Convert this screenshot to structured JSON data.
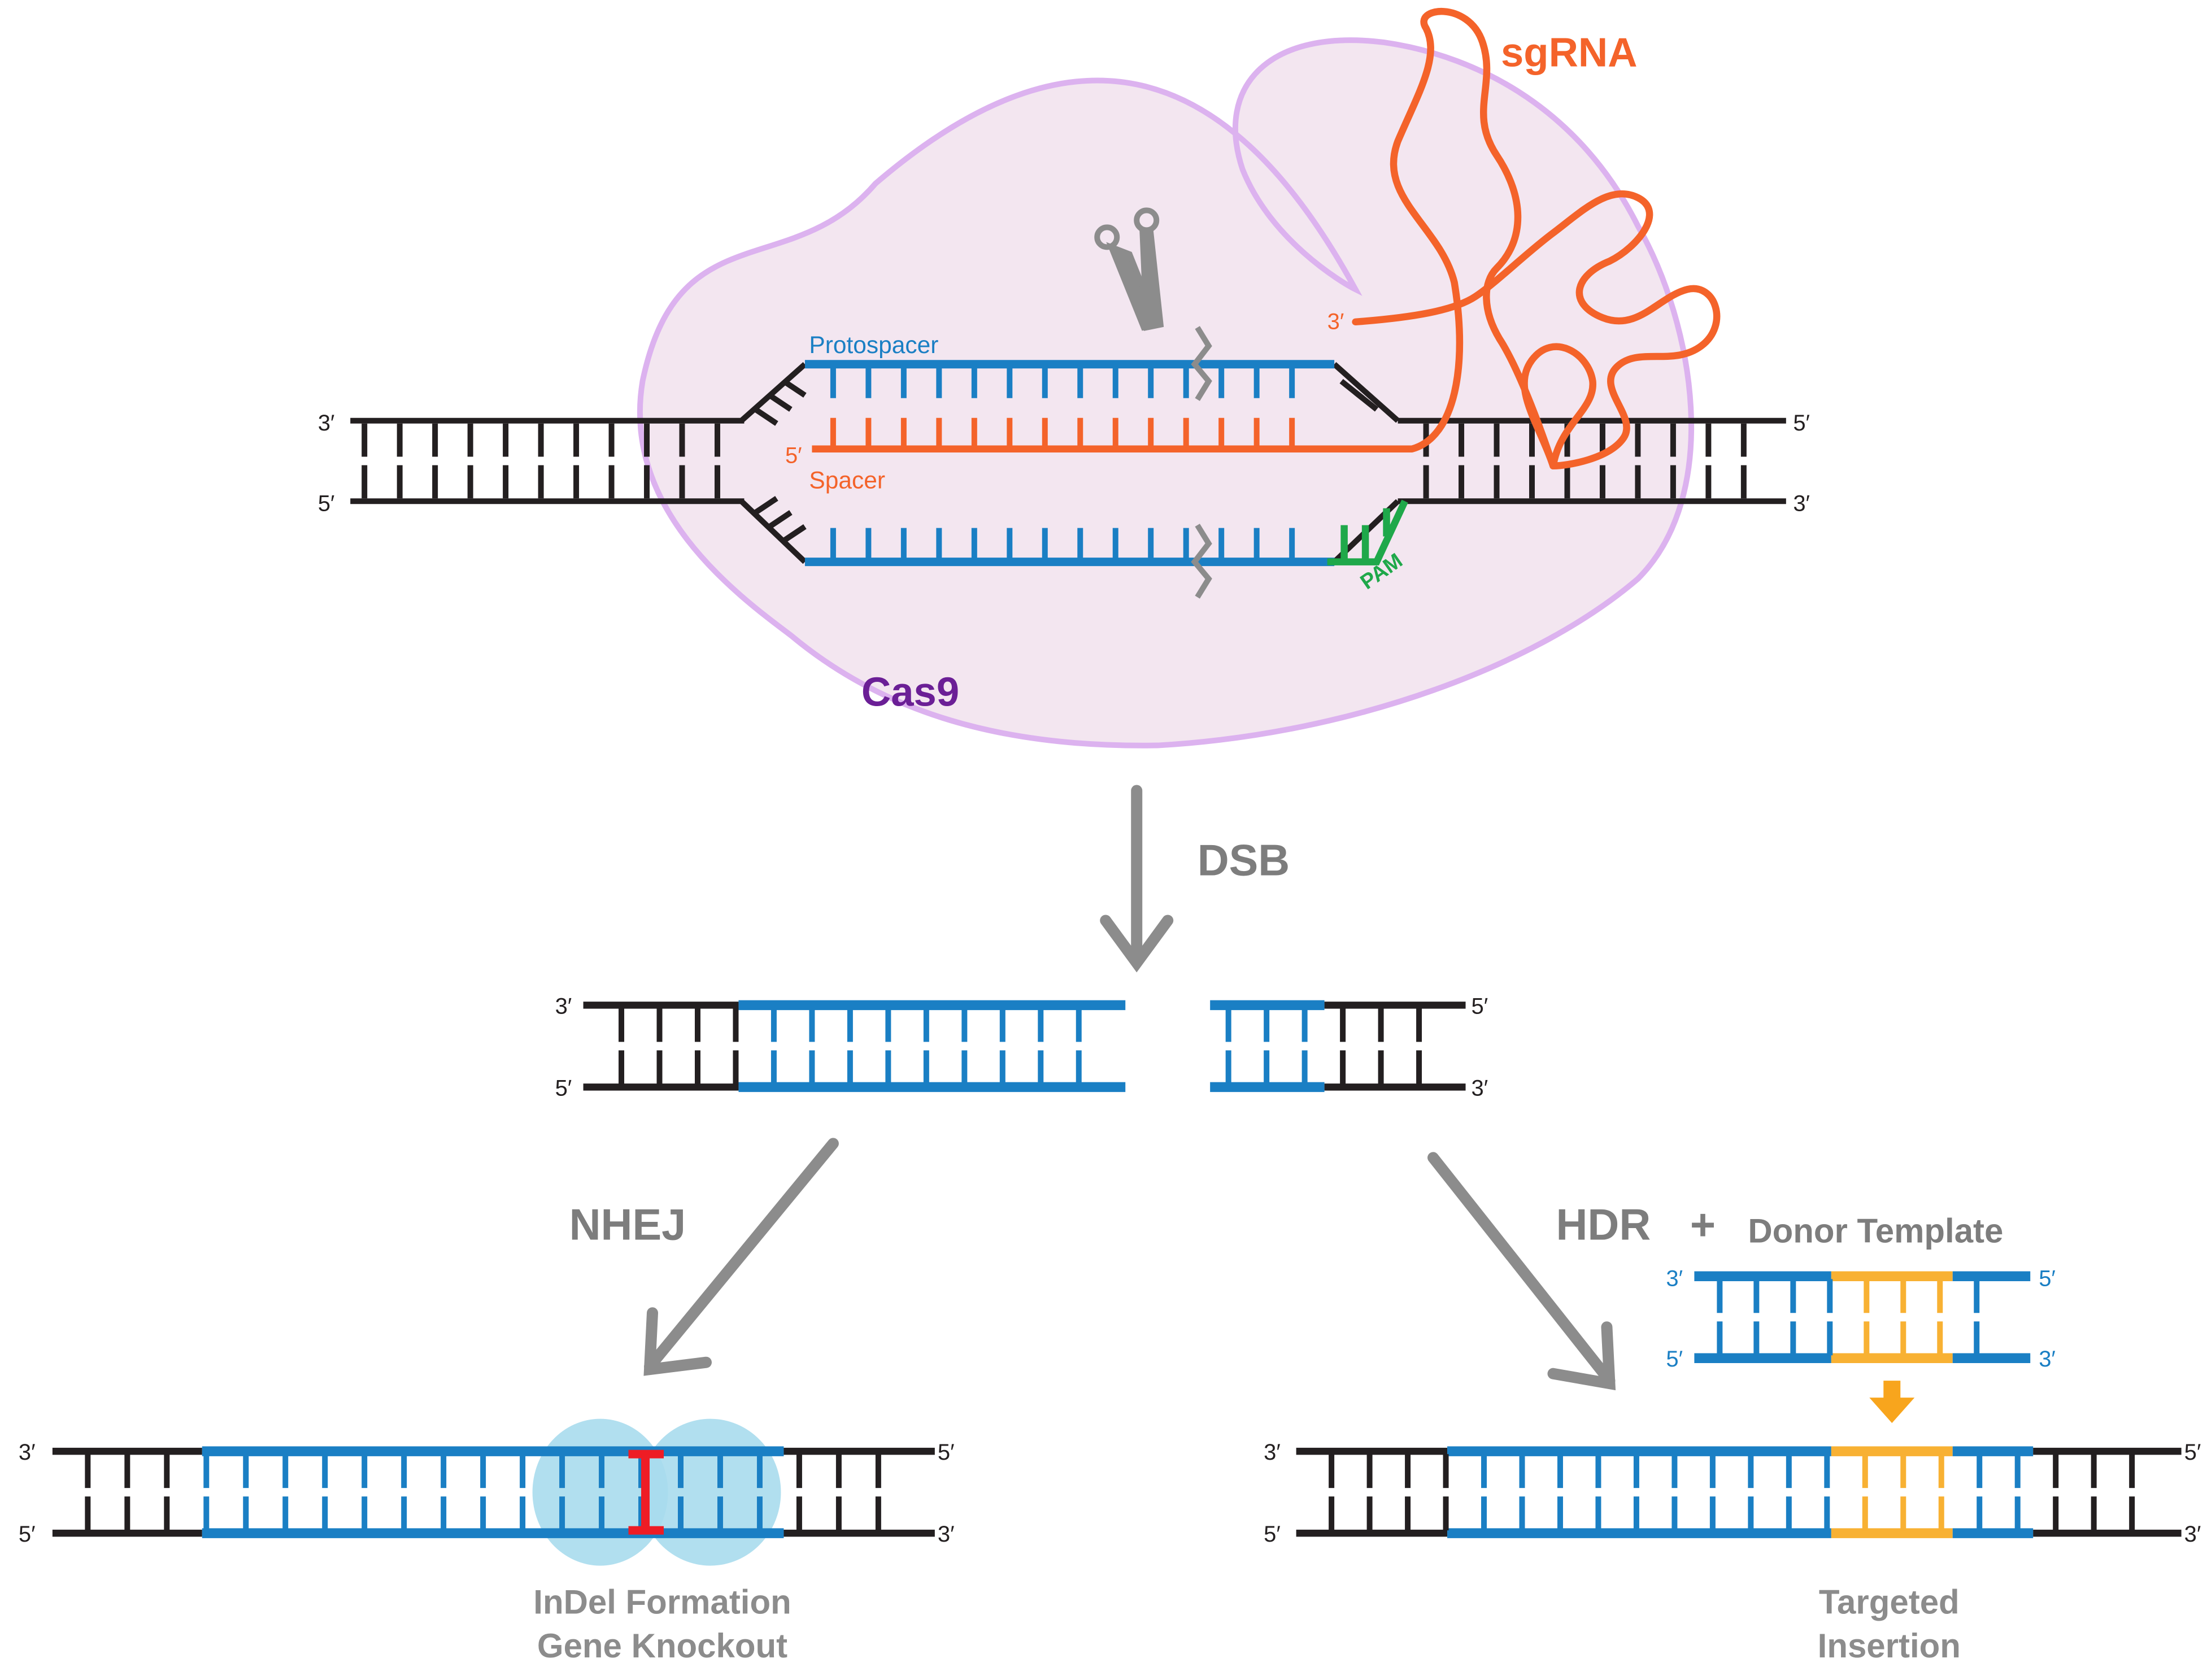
{
  "colors": {
    "dna": "#231f20",
    "target": "#1a7fc4",
    "sgrna": "#f4632a",
    "pam": "#1fa84a",
    "cas9_fill": "#f3e6f0",
    "cas9_stroke": "#dcb2ef",
    "arrow": "#8c8c8c",
    "label_gray": "#7d7d7d",
    "cas9_label": "#6b1f96",
    "indel": "#ee1c25",
    "indel_glow": "#a9dced",
    "donor": "#f8b133",
    "donor_arrow": "#f8a51d"
  },
  "labels": {
    "sgrna": "sgRNA",
    "cas9": "Cas9",
    "protospacer": "Protospacer",
    "spacer": "Spacer",
    "pam": "PAM",
    "dsb": "DSB",
    "nhej": "NHEJ",
    "hdr": "HDR",
    "plus": "+",
    "donor_template": "Donor Template",
    "nhej_outcome_line1": "InDel Formation",
    "nhej_outcome_line2": "Gene Knockout",
    "hdr_outcome_line1": "Targeted",
    "hdr_outcome_line2": "Insertion"
  },
  "ends": {
    "three_prime": "3′",
    "five_prime": "5′"
  },
  "icons": {
    "scissors": "scissors-icon",
    "cut_mark": "zigzag-cut-icon"
  }
}
